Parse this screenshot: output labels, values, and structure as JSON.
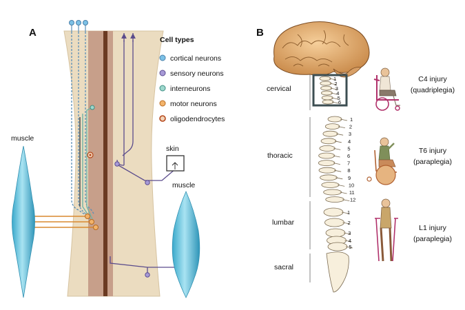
{
  "panelA": {
    "letter": "A",
    "legend": {
      "title": "Cell types",
      "items": [
        {
          "label": "cortical neurons",
          "fill": "#7cc1e6",
          "ring": "#4a7fa8"
        },
        {
          "label": "sensory neurons",
          "fill": "#a79ad6",
          "ring": "#5b4b92"
        },
        {
          "label": "interneurons",
          "fill": "#9ed8cd",
          "ring": "#3d8c82"
        },
        {
          "label": "motor neurons",
          "fill": "#f2b36b",
          "ring": "#b86a1f"
        },
        {
          "label": "oligodendrocytes",
          "fill": "#f1d3b8",
          "ring": "#b5471b"
        }
      ]
    },
    "labels": {
      "muscle_left": "muscle",
      "muscle_right": "muscle",
      "skin": "skin"
    },
    "colors": {
      "cord": "#ebdcc0",
      "grey_matter": "#c79f8a",
      "central_canal": "#6b3a22",
      "cortical": "#5b8fb8",
      "interneuron": "#6fb3a5",
      "motor": "#d9892f",
      "sensory": "#5a4b8c",
      "muscle": "#69c5de"
    }
  },
  "panelB": {
    "letter": "B",
    "regions": [
      {
        "label": "cervical"
      },
      {
        "label": "thoracic"
      },
      {
        "label": "lumbar"
      },
      {
        "label": "sacral"
      }
    ],
    "cervical_numbers": [
      "1",
      "2",
      "3",
      "4",
      "5",
      "6"
    ],
    "thoracic_numbers": [
      "1",
      "2",
      "3",
      "4",
      "5",
      "6",
      "7",
      "8",
      "9",
      "10",
      "11",
      "12"
    ],
    "lumbar_numbers": [
      "1",
      "2",
      "3",
      "4",
      "5"
    ],
    "injuries": [
      {
        "line1": "C4 injury",
        "line2": "(quadriplegia)"
      },
      {
        "line1": "T6 injury",
        "line2": "(paraplegia)"
      },
      {
        "line1": "L1 injury",
        "line2": "(paraplegia)"
      }
    ]
  }
}
